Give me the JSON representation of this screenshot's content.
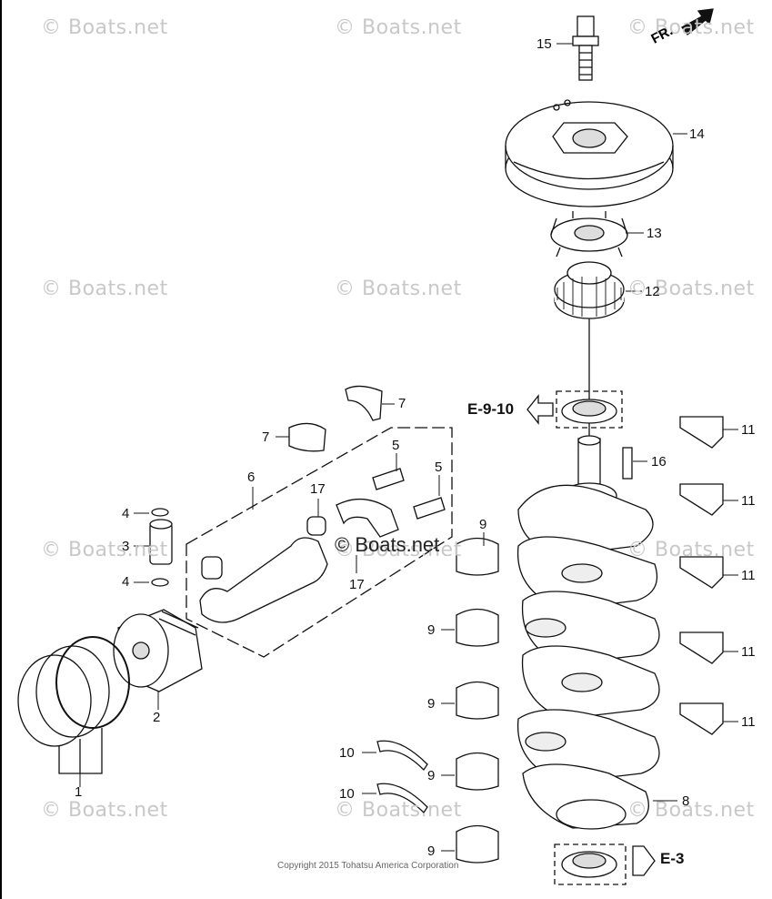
{
  "watermarks": [
    "© Boats.net",
    "© Boats.net",
    "© Boats.net",
    "© Boats.net",
    "© Boats.net",
    "© Boats.net",
    "© Boats.net",
    "© Boats.net",
    "© Boats.net",
    "© Boats.net",
    "© Boats.net",
    "© Boats.net"
  ],
  "center_watermark": "© Boats.net",
  "direction_label": "FR.",
  "copyright": "Copyright 2015 Tohatsu America Corporation",
  "refs": {
    "e910": "E-9-10",
    "e3": "E-3"
  },
  "callouts": {
    "c1": "1",
    "c2": "2",
    "c3": "3",
    "c4a": "4",
    "c4b": "4",
    "c5a": "5",
    "c5b": "5",
    "c6": "6",
    "c7a": "7",
    "c7b": "7",
    "c8": "8",
    "c9a": "9",
    "c9b": "9",
    "c9c": "9",
    "c9d": "9",
    "c9e": "9",
    "c10a": "10",
    "c10b": "10",
    "c11a": "11",
    "c11b": "11",
    "c11c": "11",
    "c11d": "11",
    "c11e": "11",
    "c12": "12",
    "c13": "13",
    "c14": "14",
    "c15": "15",
    "c16": "16",
    "c17a": "17",
    "c17b": "17"
  },
  "colors": {
    "line": "#111111",
    "watermark": "#c8c8c8",
    "fill": "#ffffff",
    "shade": "#d9d9d9"
  }
}
